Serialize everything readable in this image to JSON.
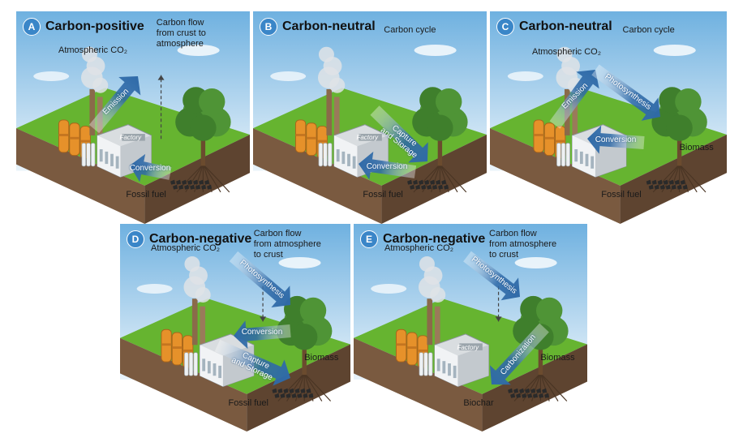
{
  "colors": {
    "sky_top": "#6fb1e0",
    "sky_bottom": "#e9f3fa",
    "grass": "#66b430",
    "soil": "#7a5a40",
    "arrow": "#2f6aa8",
    "badge": "#3a86c8"
  },
  "panels": [
    {
      "id": "A",
      "title": "Carbon-positive",
      "atmospheric": "Atmospheric CO₂",
      "flow_text": "Carbon flow\nfrom crust to\natmosphere",
      "factory_label": "Factory",
      "arrows": [
        "Emission",
        "Conversion"
      ],
      "ground_label": "Fossil fuel"
    },
    {
      "id": "B",
      "title": "Carbon-neutral",
      "cycle_text": "Carbon cycle",
      "factory_label": "Factory",
      "arrows": [
        "Capture\nand Storage",
        "Conversion"
      ],
      "ground_label": "Fossil fuel"
    },
    {
      "id": "C",
      "title": "Carbon-neutral",
      "cycle_text": "Carbon cycle",
      "atmospheric": "Atmospheric CO₂",
      "arrows": [
        "Emission",
        "Photosynthesis",
        "Conversion"
      ],
      "biomass_label": "Biomass",
      "ground_label": "Fossil fuel"
    },
    {
      "id": "D",
      "title": "Carbon-negative",
      "atmospheric": "Atmospheric CO₂",
      "flow_text": "Carbon flow\nfrom atmosphere\nto crust",
      "arrows": [
        "Photosynthesis",
        "Conversion",
        "Capture\nand Storage"
      ],
      "biomass_label": "Biomass",
      "ground_label": "Fossil fuel"
    },
    {
      "id": "E",
      "title": "Carbon-negative",
      "atmospheric": "Atmospheric CO₂",
      "flow_text": "Carbon flow\nfrom atmosphere\nto crust",
      "factory_label": "Factory",
      "arrows": [
        "Photosynthesis",
        "Carbonization"
      ],
      "biomass_label": "Biomass",
      "ground_label": "Biochar"
    }
  ]
}
